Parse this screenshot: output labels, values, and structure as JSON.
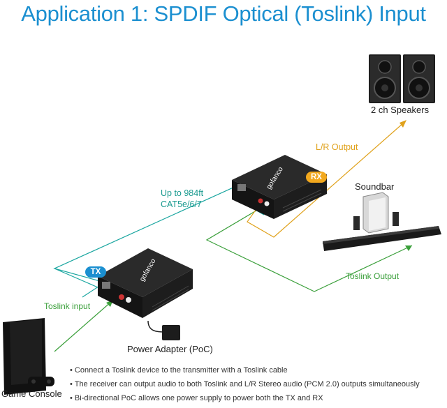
{
  "title": "Application 1:  SPDIF Optical (Toslink) Input",
  "labels": {
    "speakers": "2 ch Speakers",
    "lr_output": "L/R Output",
    "rx_badge": "RX",
    "tx_badge": "TX",
    "distance": "Up to 984ft",
    "cable": "CAT5e/6/7",
    "soundbar": "Soundbar",
    "toslink_output": "Toslink Output",
    "toslink_input": "Toslink input",
    "power_adapter": "Power Adapter (PoC)",
    "game_console": "Game Console",
    "brand_tx": "gofanco",
    "brand_rx": "gofanco"
  },
  "bullets": [
    "Connect a Toslink device to the transmitter with a Toslink cable",
    "The receiver can output audio to both Toslink and L/R Stereo audio (PCM 2.0) outputs simultaneously",
    "Bi-directional PoC allows one power supply to power both the TX and RX"
  ],
  "colors": {
    "title": "#1b8fd0",
    "tx_badge": "#1b8fd0",
    "rx_badge": "#f2a81d",
    "cat_cable": "#1aa6a0",
    "toslink": "#3a9f3a",
    "lr_output": "#e0a21c"
  }
}
